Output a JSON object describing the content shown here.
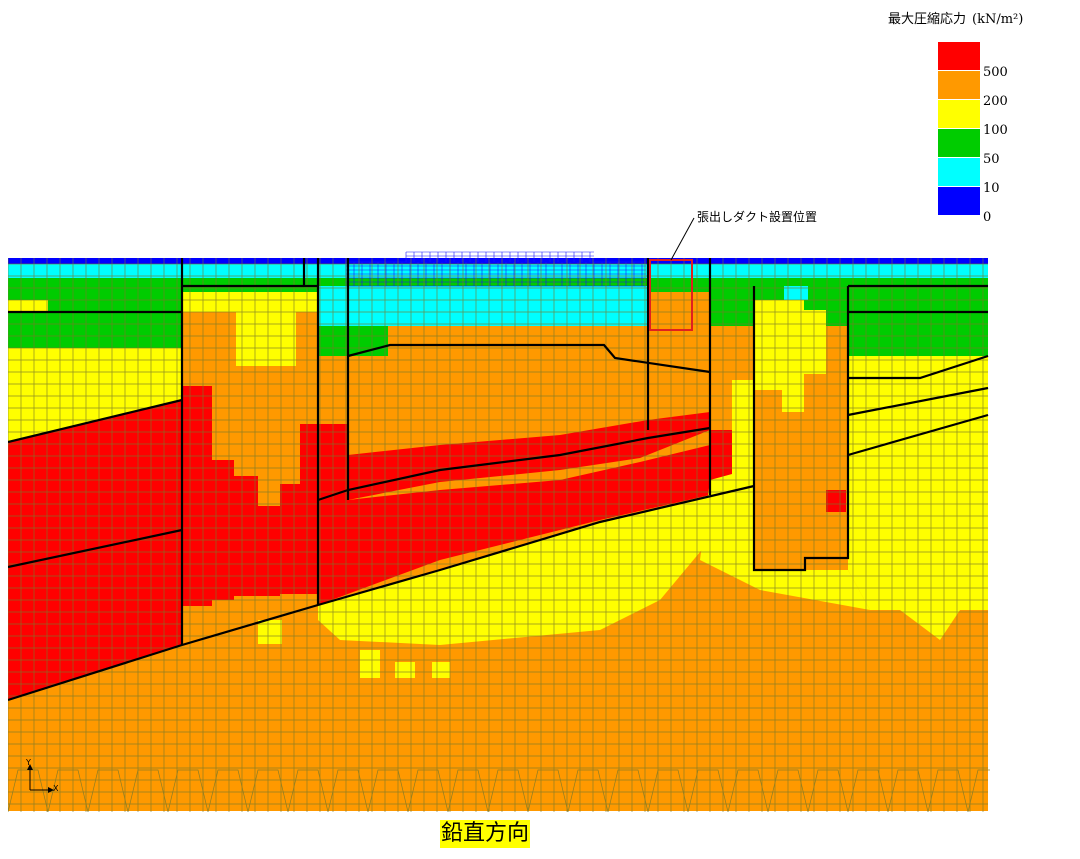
{
  "legend": {
    "title": "最大圧縮応力",
    "unit": "(kN/m²)",
    "bins": [
      {
        "color": "#ff0000"
      },
      {
        "color": "#ff9900"
      },
      {
        "color": "#ffff00"
      },
      {
        "color": "#00cc00"
      },
      {
        "color": "#00ffff"
      },
      {
        "color": "#0000ff"
      }
    ],
    "ticks": [
      "500",
      "200",
      "100",
      "50",
      "10",
      "0"
    ]
  },
  "annotation": {
    "label": "張出しダクト設置位置",
    "box_color": "#e02020"
  },
  "caption": "鉛直方向",
  "axes": {
    "y": "Y",
    "x": "X"
  },
  "colors": {
    "red": "#ff0000",
    "orange": "#ff9900",
    "yellow": "#ffff00",
    "green": "#00cc00",
    "cyan": "#00ffff",
    "blue": "#0000ff",
    "mesh": "#7a7a2a",
    "boundary": "#000000",
    "upper_mesh": "#1a1aff"
  }
}
